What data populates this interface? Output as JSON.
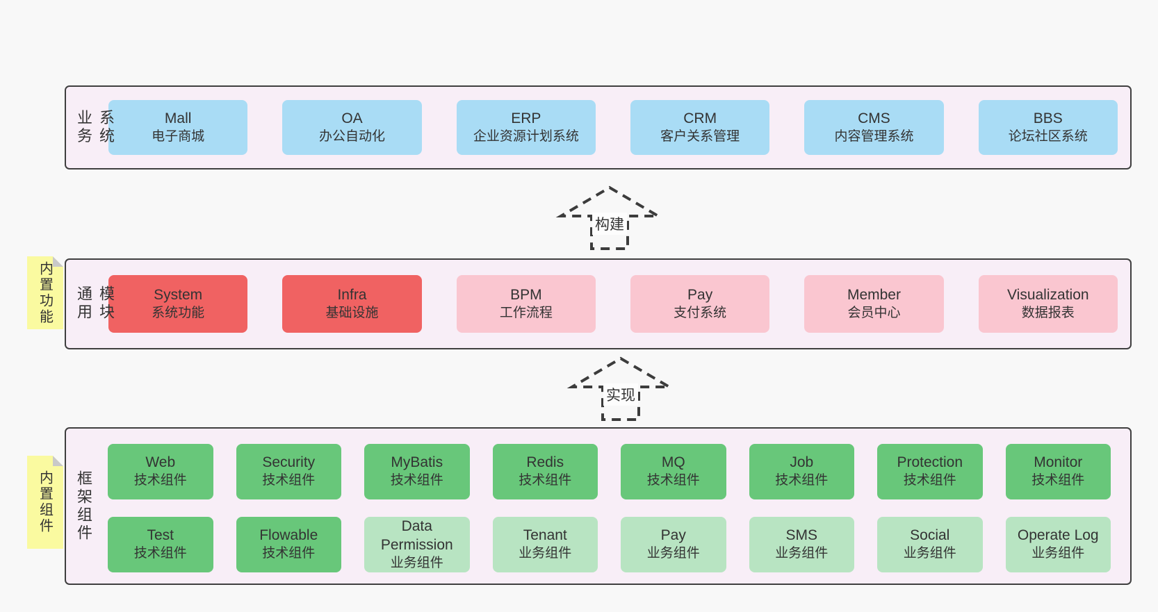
{
  "colors": {
    "page_bg": "#f8f8f8",
    "band_fill": "#f8eef7",
    "border": "#3f3f3f",
    "blue": "#a9dcf5",
    "red": "#f06262",
    "pink": "#fac6d0",
    "green": "#68c77a",
    "lightgreen": "#b8e4c2",
    "sticky_yellow": "#fafaa0",
    "arrow_dash": "#3c3c3c"
  },
  "arrows": [
    {
      "label": "构建"
    },
    {
      "label": "实现"
    }
  ],
  "bands": {
    "business": {
      "side_label": "业务系统",
      "items": [
        {
          "name": "Mall",
          "desc": "电子商城",
          "variant": "blue"
        },
        {
          "name": "OA",
          "desc": "办公自动化",
          "variant": "blue"
        },
        {
          "name": "ERP",
          "desc": "企业资源计划系统",
          "variant": "blue"
        },
        {
          "name": "CRM",
          "desc": "客户关系管理",
          "variant": "blue"
        },
        {
          "name": "CMS",
          "desc": "内容管理系统",
          "variant": "blue"
        },
        {
          "name": "BBS",
          "desc": "论坛社区系统",
          "variant": "blue"
        }
      ]
    },
    "modules": {
      "side_label": "通用模块",
      "sticky_note": "内置功能",
      "items": [
        {
          "name": "System",
          "desc": "系统功能",
          "variant": "red"
        },
        {
          "name": "Infra",
          "desc": "基础设施",
          "variant": "red"
        },
        {
          "name": "BPM",
          "desc": "工作流程",
          "variant": "pink"
        },
        {
          "name": "Pay",
          "desc": "支付系统",
          "variant": "pink"
        },
        {
          "name": "Member",
          "desc": "会员中心",
          "variant": "pink"
        },
        {
          "name": "Visualization",
          "desc": "数据报表",
          "variant": "pink"
        }
      ]
    },
    "components": {
      "side_label": "框架组件",
      "sticky_note": "内置组件",
      "rows": [
        [
          {
            "name": "Web",
            "desc": "技术组件",
            "variant": "green"
          },
          {
            "name": "Security",
            "desc": "技术组件",
            "variant": "green"
          },
          {
            "name": "MyBatis",
            "desc": "技术组件",
            "variant": "green"
          },
          {
            "name": "Redis",
            "desc": "技术组件",
            "variant": "green"
          },
          {
            "name": "MQ",
            "desc": "技术组件",
            "variant": "green"
          },
          {
            "name": "Job",
            "desc": "技术组件",
            "variant": "green"
          },
          {
            "name": "Protection",
            "desc": "技术组件",
            "variant": "green"
          },
          {
            "name": "Monitor",
            "desc": "技术组件",
            "variant": "green"
          }
        ],
        [
          {
            "name": "Test",
            "desc": "技术组件",
            "variant": "green"
          },
          {
            "name": "Flowable",
            "desc": "技术组件",
            "variant": "green"
          },
          {
            "name": "Data Permission",
            "desc": "业务组件",
            "variant": "lightgreen"
          },
          {
            "name": "Tenant",
            "desc": "业务组件",
            "variant": "lightgreen"
          },
          {
            "name": "Pay",
            "desc": "业务组件",
            "variant": "lightgreen"
          },
          {
            "name": "SMS",
            "desc": "业务组件",
            "variant": "lightgreen"
          },
          {
            "name": "Social",
            "desc": "业务组件",
            "variant": "lightgreen"
          },
          {
            "name": "Operate Log",
            "desc": "业务组件",
            "variant": "lightgreen"
          }
        ]
      ]
    }
  }
}
